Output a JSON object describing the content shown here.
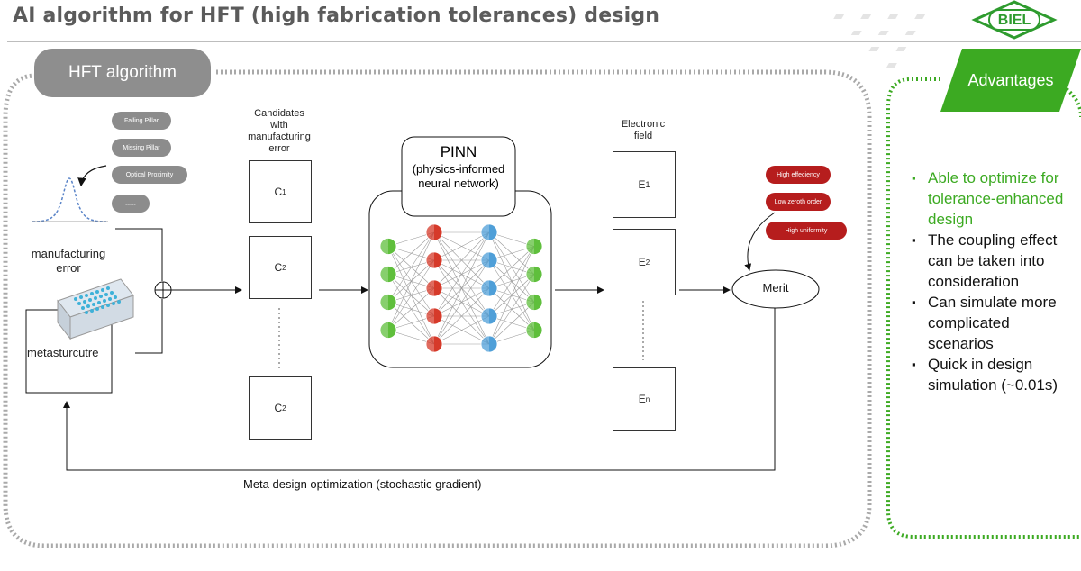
{
  "title": "AI algorithm for HFT (high fabrication tolerances) design",
  "logo": {
    "text": "BIEL"
  },
  "hft_label": "HFT algorithm",
  "advantages_label": "Advantages",
  "input_tags": [
    "Falling Pillar",
    "Missing Pillar",
    "Optical Proximity",
    "......"
  ],
  "manufacturing_error_label": "manufacturing error",
  "metastructure_label": "metasturcutre",
  "candidates": {
    "header": [
      "Candidates",
      "with",
      "manufacturing",
      "error"
    ],
    "boxes": [
      {
        "main": "C",
        "sub": "1"
      },
      {
        "main": "C",
        "sub": "2"
      },
      {
        "main": "C",
        "sub": "2"
      }
    ]
  },
  "pinn": {
    "title": "PINN",
    "subtitle_lines": [
      "(physics-informed",
      "neural network)"
    ]
  },
  "electronic": {
    "header": [
      "Electronic",
      "field"
    ],
    "boxes": [
      {
        "main": "E",
        "sub": "1"
      },
      {
        "main": "E",
        "sub": "2"
      },
      {
        "main": "E",
        "sub": "n"
      }
    ]
  },
  "merit_tags": [
    "High effeciency",
    "Low zeroth order",
    "High uniformity"
  ],
  "merit_label": "Merit",
  "loop_label": "Meta design optimization (stochastic gradient)",
  "advantages": [
    {
      "text": "Able to optimize for tolerance-enhanced design",
      "highlight": true
    },
    {
      "text": "The coupling effect can be taken into consideration",
      "highlight": false
    },
    {
      "text": "Can simulate more complicated scenarios",
      "highlight": false
    },
    {
      "text": "Quick in design simulation (~0.01s)",
      "highlight": false
    }
  ],
  "colors": {
    "accent_green": "#3caa22",
    "tag_red": "#b61d1d",
    "tag_gray": "#8c8c8c",
    "node_green": "#5fbf3c",
    "node_red": "#d63a2a",
    "node_blue": "#4f9fd8"
  }
}
